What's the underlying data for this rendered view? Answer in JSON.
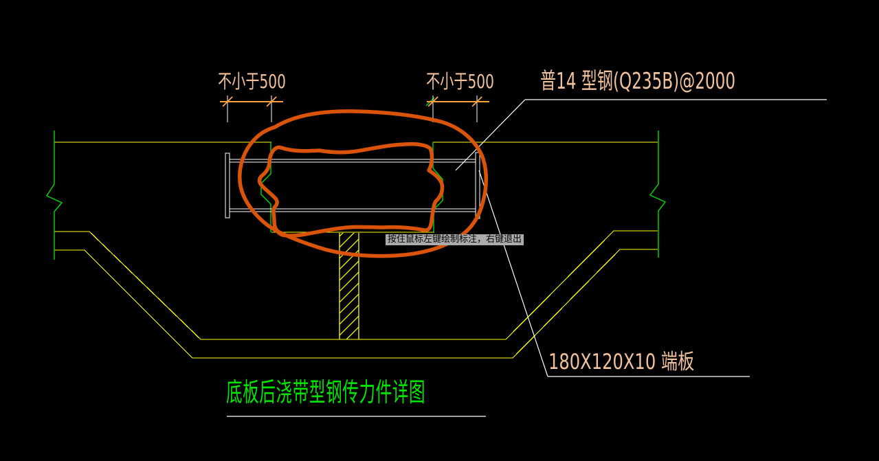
{
  "colors": {
    "bg": "#000000",
    "structure_yellow": "#ffff00",
    "edge_green": "#00dc00",
    "drawing_white": "#ffffff",
    "dimension_orange": "#ffa23c",
    "annotation_text": "#f2c29c",
    "freehand_orange": "#d95408",
    "title_green": "#00e400",
    "tooltip_bg": "#ababab",
    "tooltip_text": "#000000"
  },
  "dimensions": {
    "left_label": "不小于500",
    "right_label": "不小于500"
  },
  "labels": {
    "steel_section": "普14 型钢(Q235B)@2000",
    "end_plate": "180X120X10 端板"
  },
  "title": {
    "text": "底板后浇带型钢传力件详图"
  },
  "tooltip": {
    "text": "按住鼠标左键绘制标注，右键退出"
  }
}
